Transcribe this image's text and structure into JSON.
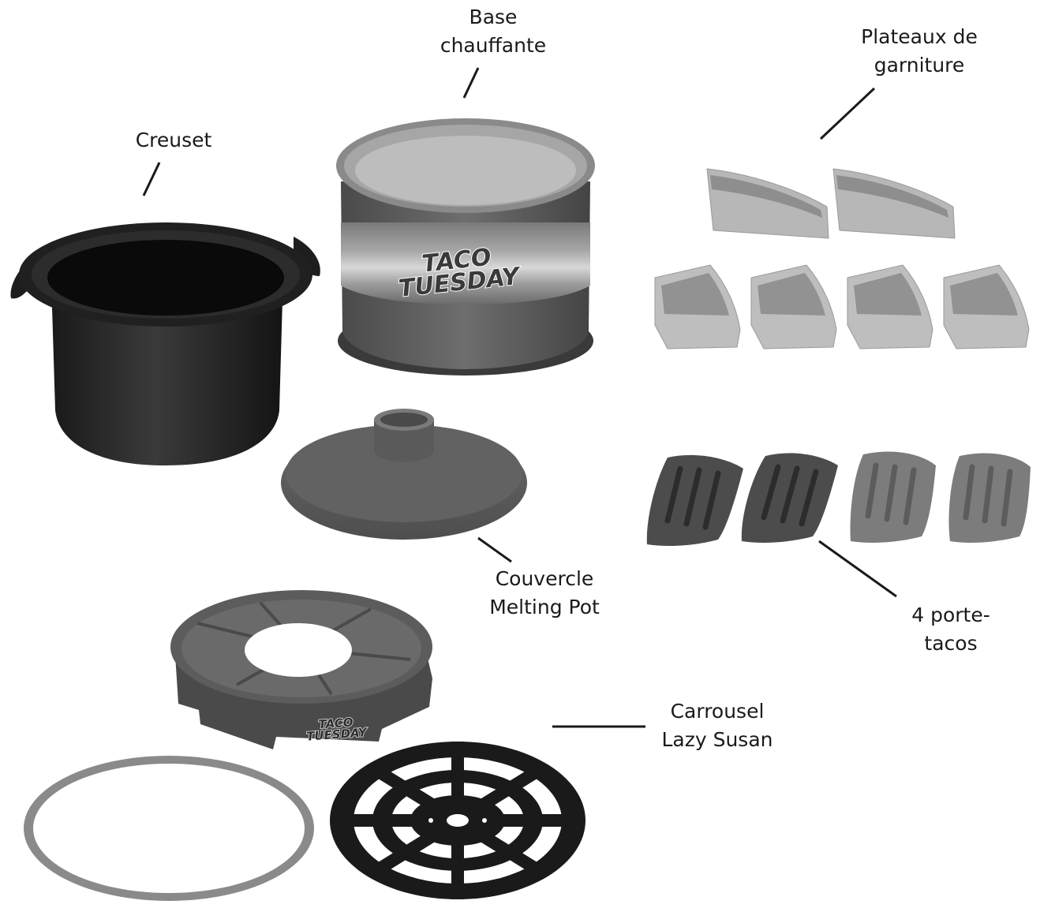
{
  "labels": {
    "base": {
      "line1": "Base",
      "line2": "chauffante"
    },
    "plateaux": {
      "line1": "Plateaux de",
      "line2": "garniture"
    },
    "creuset": {
      "line1": "Creuset"
    },
    "couvercle": {
      "line1": "Couvercle",
      "line2": "Melting Pot"
    },
    "porte_tacos": {
      "line1": "4 porte-",
      "line2": "tacos"
    },
    "carrousel": {
      "line1": "Carrousel",
      "line2": "Lazy Susan"
    }
  },
  "logo": {
    "line1": "TACO",
    "line2": "TUESDAY"
  },
  "colors": {
    "dark": "#1c1c1c",
    "mid": "#5e5e5e",
    "light": "#b9b9b9",
    "line": "#1a1a1a"
  }
}
